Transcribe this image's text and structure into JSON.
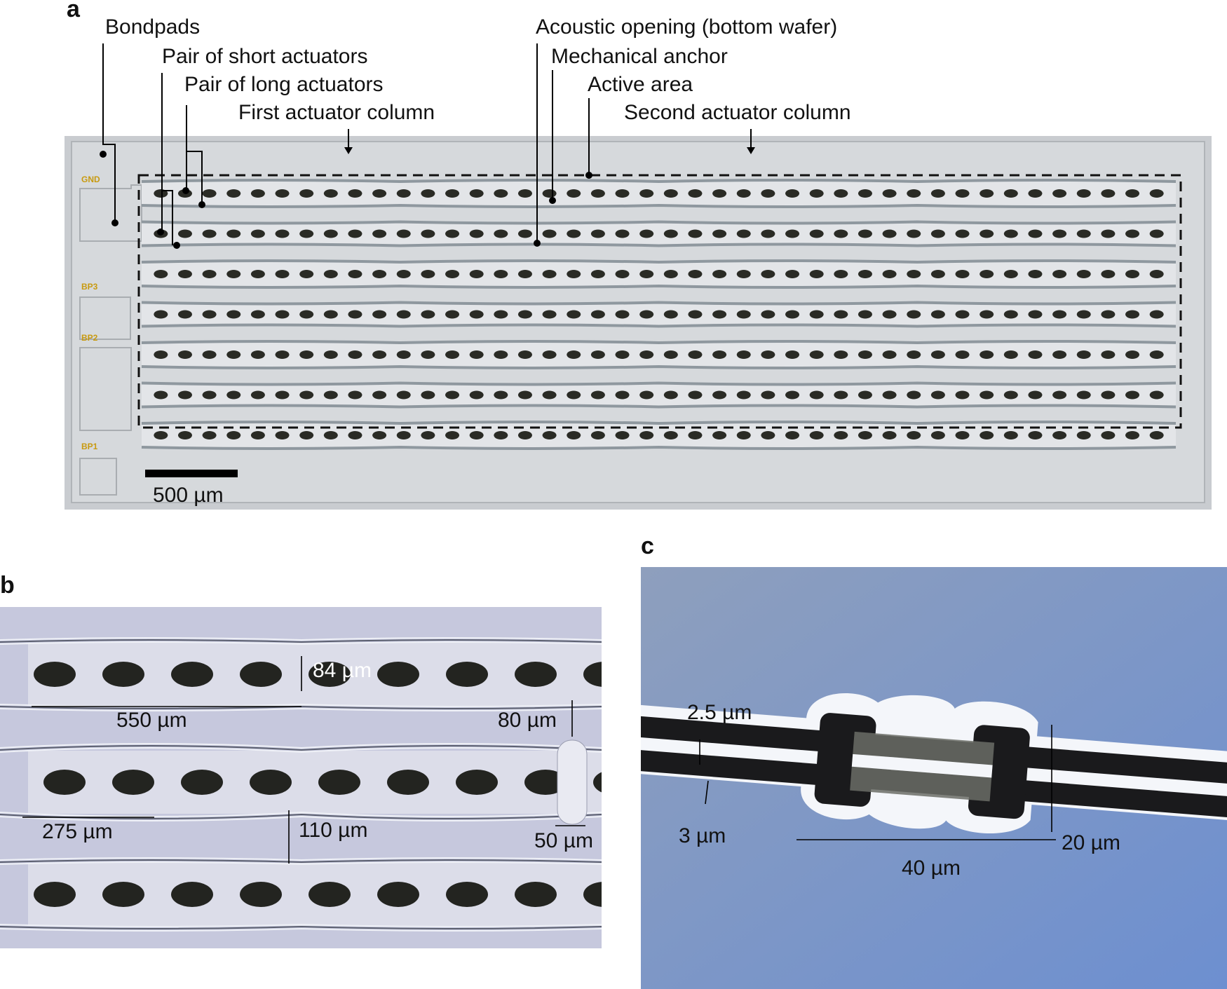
{
  "panels": {
    "a": {
      "letter": "a",
      "labels": {
        "bondpads": "Bondpads",
        "short_actuators": "Pair of short actuators",
        "long_actuators": "Pair of long actuators",
        "first_column": "First actuator column",
        "acoustic_opening": "Acoustic opening (bottom wafer)",
        "mechanical_anchor": "Mechanical anchor",
        "active_area": "Active area",
        "second_column": "Second actuator column"
      },
      "pads": [
        "GND",
        "BP3",
        "BP2",
        "BP1"
      ],
      "scale_bar": "500 µm",
      "rows": 7,
      "openings_per_row": 42
    },
    "b": {
      "letter": "b",
      "dimensions": [
        "84 µm",
        "550 µm",
        "80 µm",
        "275 µm",
        "110 µm",
        "50 µm"
      ]
    },
    "c": {
      "letter": "c",
      "dimensions": [
        "2.5 µm",
        "3 µm",
        "20 µm",
        "40 µm"
      ]
    }
  },
  "colors": {
    "chip_bg": "#c9ccd0",
    "chip_inner": "#d8dbde",
    "opening": "#2a2b25",
    "pad_text": "#c89a10",
    "micro_b": "#c5c7dc",
    "micro_c": "#7d96c9",
    "beam_white": "#f4f6fa",
    "beam_dark": "#1a1a1c"
  }
}
